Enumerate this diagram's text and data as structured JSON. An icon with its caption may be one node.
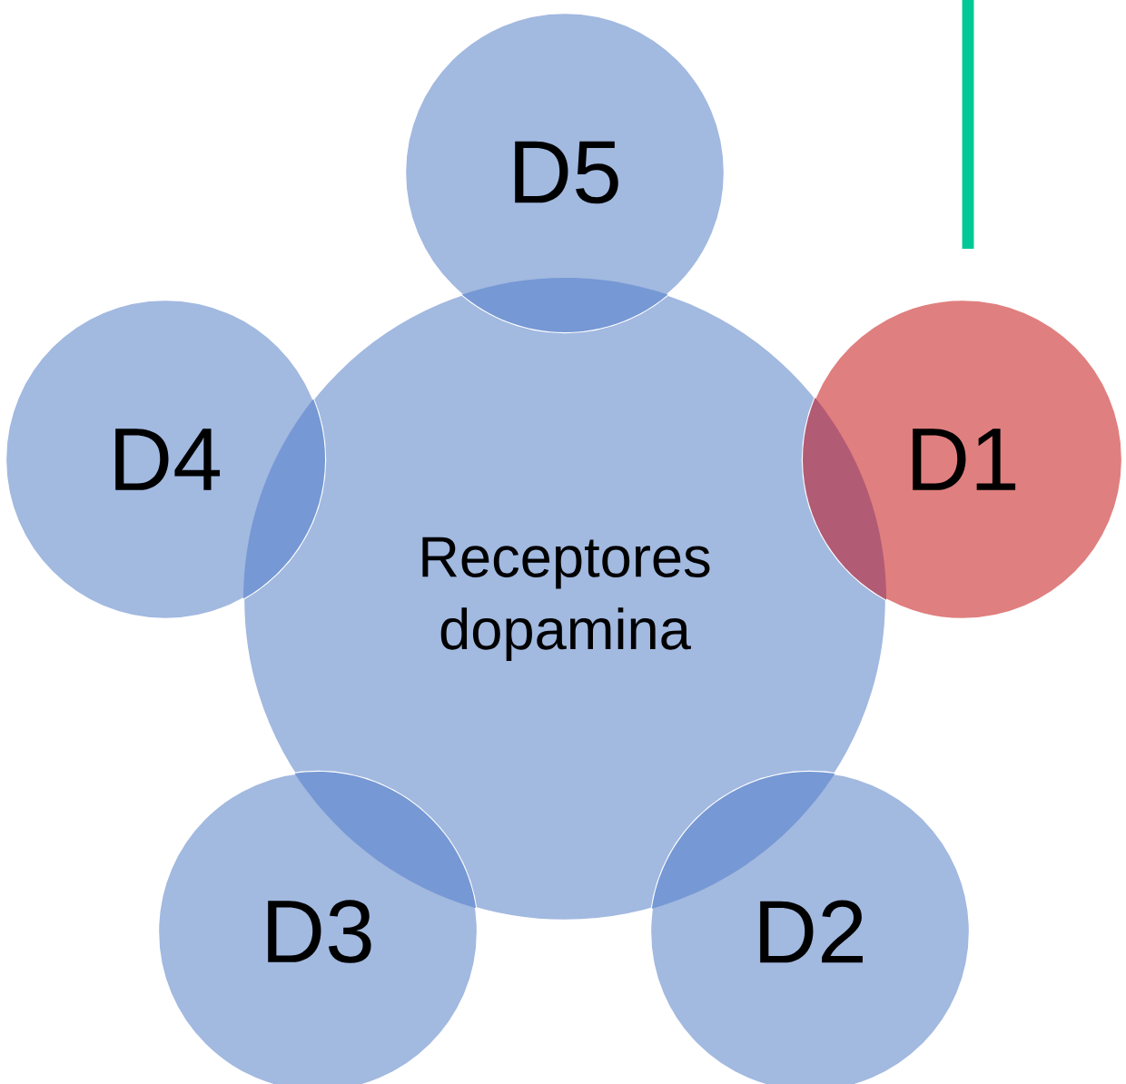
{
  "diagram": {
    "nodes": [
      {
        "text": [
          "Receptores dopamina"
        ]
      },
      {
        "text": [
          "D5"
        ]
      },
      {
        "text": [
          "D4"
        ]
      },
      {
        "text": [
          "D1"
        ]
      },
      {
        "text": [
          "D3"
        ]
      },
      {
        "text": [
          "D2"
        ]
      }
    ]
  }
}
